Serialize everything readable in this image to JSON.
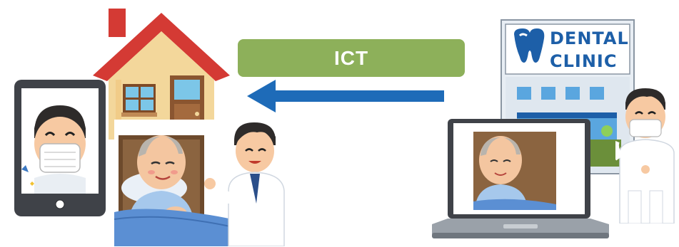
{
  "banner": {
    "label": "ICT"
  },
  "clinic": {
    "line1": "DENTAL",
    "line2": "CLINIC"
  },
  "arrow": {
    "direction": "left",
    "color": "#1e6bb8"
  },
  "colors": {
    "banner_green": "#8db05a",
    "roof_red": "#d43a34",
    "house_wall": "#f3d79b",
    "clinic_blue": "#1d5fa8",
    "bed_blue": "#5b8fd3"
  },
  "icons": [
    "house-icon",
    "tablet-icon",
    "laptop-icon",
    "dental-clinic-icon",
    "tooth-icon",
    "doctor-icon",
    "dentist-icon",
    "elderly-patient-icon"
  ]
}
